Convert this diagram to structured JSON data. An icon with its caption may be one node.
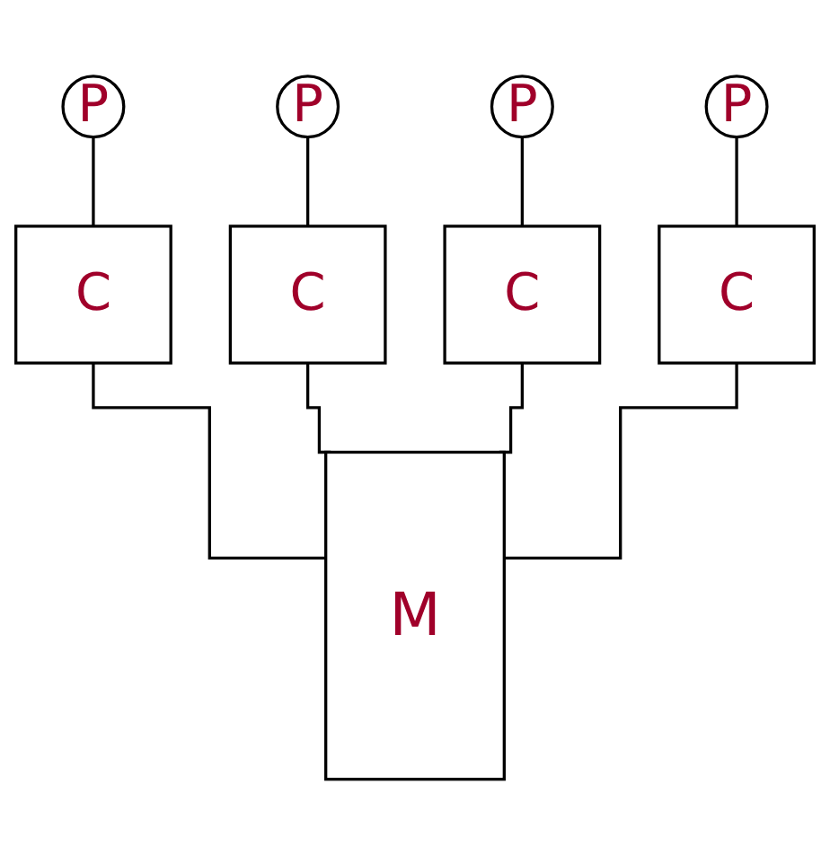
{
  "diagram": {
    "nodes": [
      {
        "text": [
          "P"
        ]
      },
      {
        "text": [
          "P"
        ]
      },
      {
        "text": [
          "P"
        ]
      },
      {
        "text": [
          "P"
        ]
      },
      {
        "text": [
          "C"
        ]
      },
      {
        "text": [
          "C"
        ]
      },
      {
        "text": [
          "C"
        ]
      },
      {
        "text": [
          "C"
        ]
      },
      {
        "text": [
          "M"
        ]
      }
    ],
    "edges": [
      {
        "from": 0,
        "to": 4,
        "arrow": "none"
      },
      {
        "from": 1,
        "to": 5,
        "arrow": "none"
      },
      {
        "from": 2,
        "to": 6,
        "arrow": "none"
      },
      {
        "from": 3,
        "to": 7,
        "arrow": "none"
      },
      {
        "from": 4,
        "to": 8,
        "arrow": "none"
      },
      {
        "from": 5,
        "to": 8,
        "arrow": "none"
      },
      {
        "from": 6,
        "to": 8,
        "arrow": "none"
      },
      {
        "from": 7,
        "to": 8,
        "arrow": "none"
      }
    ]
  }
}
